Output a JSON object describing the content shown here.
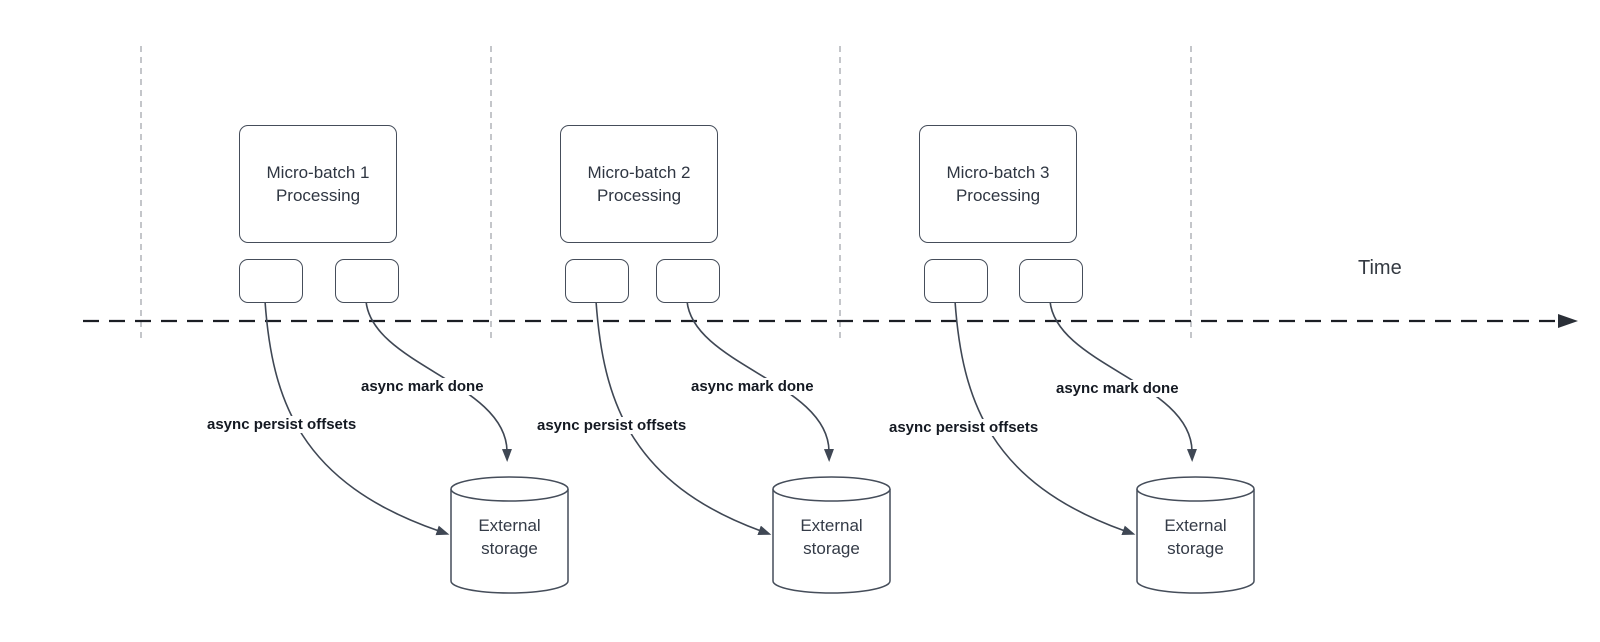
{
  "diagram": {
    "time_label": "Time",
    "groups": [
      {
        "title_line1": "Micro-batch 1",
        "title_line2": "Processing",
        "persist_label": "async persist offsets",
        "mark_done_label": "async mark done",
        "storage_line1": "External",
        "storage_line2": "storage"
      },
      {
        "title_line1": "Micro-batch 2",
        "title_line2": "Processing",
        "persist_label": "async persist offsets",
        "mark_done_label": "async mark done",
        "storage_line1": "External",
        "storage_line2": "storage"
      },
      {
        "title_line1": "Micro-batch 3",
        "title_line2": "Processing",
        "persist_label": "async persist offsets",
        "mark_done_label": "async mark done",
        "storage_line1": "External",
        "storage_line2": "storage"
      }
    ],
    "colors": {
      "shape_stroke": "#454d5a",
      "arrow_stroke": "#3f4754",
      "timeline_stroke": "#1b1e24",
      "guide_stroke": "#b0b3b8",
      "label_text": "#141922",
      "box_text": "#2f3642"
    }
  }
}
